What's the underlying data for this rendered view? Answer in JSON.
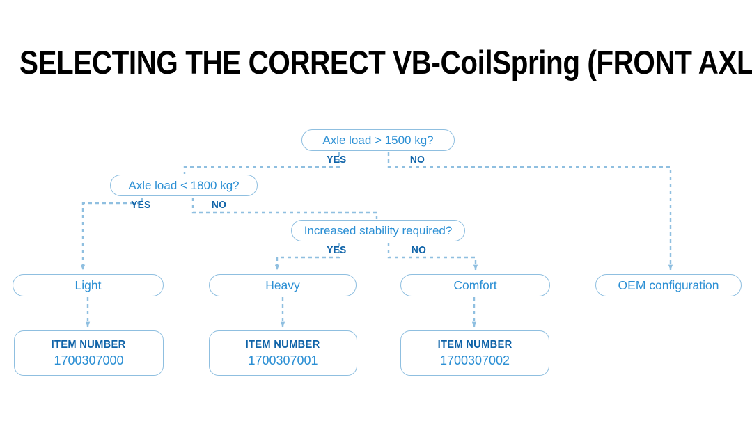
{
  "page": {
    "title": "SELECTING THE CORRECT VB-CoilSpring (FRONT AXLE)",
    "background_color": "#ffffff",
    "accent_color": "#2b8fd4",
    "accent_dark_color": "#0f63a8",
    "border_color": "#8fbfe0"
  },
  "diagram": {
    "type": "flowchart",
    "decisions": [
      {
        "id": "d1",
        "text": "Axle load > 1500 kg?",
        "yes_label": "YES",
        "no_label": "NO"
      },
      {
        "id": "d2",
        "text": "Axle load < 1800 kg?",
        "yes_label": "YES",
        "no_label": "NO"
      },
      {
        "id": "d3",
        "text": "Increased stability required?",
        "yes_label": "YES",
        "no_label": "NO"
      }
    ],
    "categories": [
      {
        "id": "c1",
        "text": "Light"
      },
      {
        "id": "c2",
        "text": "Heavy"
      },
      {
        "id": "c3",
        "text": "Comfort"
      },
      {
        "id": "c4",
        "text": "OEM configuration"
      }
    ],
    "items": [
      {
        "id": "i1",
        "label": "ITEM NUMBER",
        "value": "1700307000"
      },
      {
        "id": "i2",
        "label": "ITEM NUMBER",
        "value": "1700307001"
      },
      {
        "id": "i3",
        "label": "ITEM NUMBER",
        "value": "1700307002"
      }
    ],
    "edges": [
      {
        "from": "d1",
        "branch": "YES",
        "to": "d2"
      },
      {
        "from": "d1",
        "branch": "NO",
        "to": "c4"
      },
      {
        "from": "d2",
        "branch": "YES",
        "to": "c1"
      },
      {
        "from": "d2",
        "branch": "NO",
        "to": "d3"
      },
      {
        "from": "d3",
        "branch": "YES",
        "to": "c2"
      },
      {
        "from": "d3",
        "branch": "NO",
        "to": "c3"
      },
      {
        "from": "c1",
        "branch": "",
        "to": "i1"
      },
      {
        "from": "c2",
        "branch": "",
        "to": "i2"
      },
      {
        "from": "c3",
        "branch": "",
        "to": "i3"
      }
    ]
  }
}
